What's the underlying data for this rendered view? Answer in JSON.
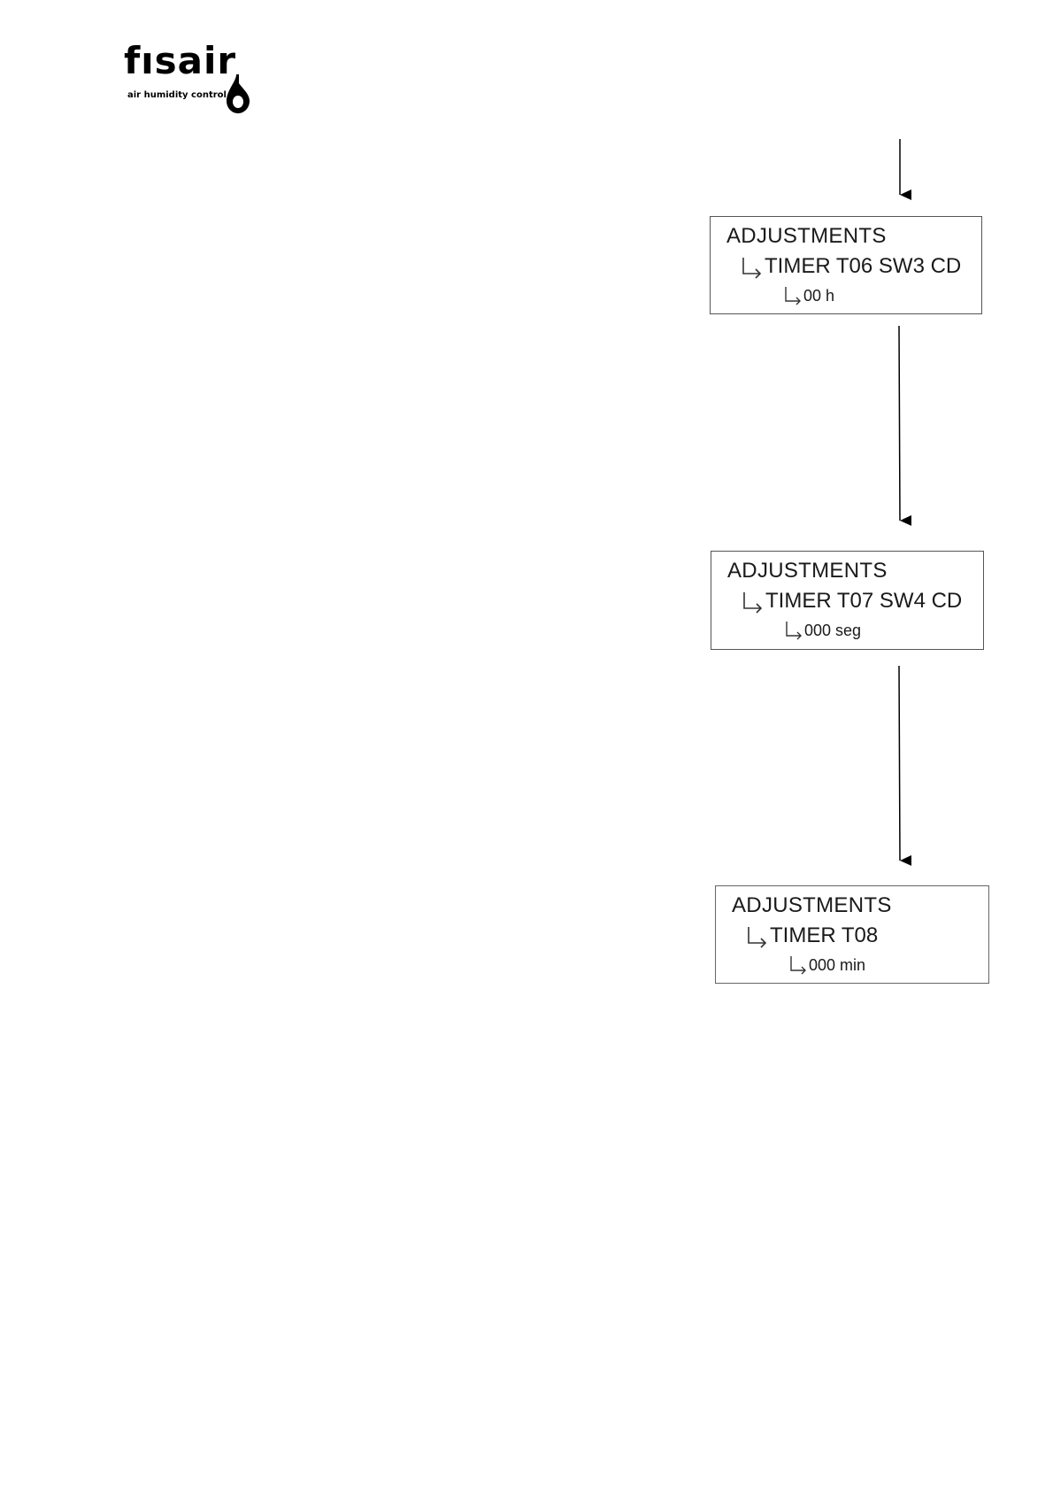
{
  "logo": {
    "word": "fısair",
    "tagline": "air humidity control"
  },
  "screens": [
    {
      "line1": "ADJUSTMENTS",
      "line2": "TIMER  T06 SW3 CD",
      "line3": "00 h"
    },
    {
      "line1": "ADJUSTMENTS",
      "line2": "TIMER  T07 SW4 CD",
      "line3": "000 seg"
    },
    {
      "line1": "ADJUSTMENTS",
      "line2": "TIMER  T08",
      "line3": "000 min"
    }
  ],
  "icons": {
    "arrow": "arrow-down-icon",
    "submenu": "submenu-arrow-icon",
    "drop": "water-drop-icon"
  }
}
